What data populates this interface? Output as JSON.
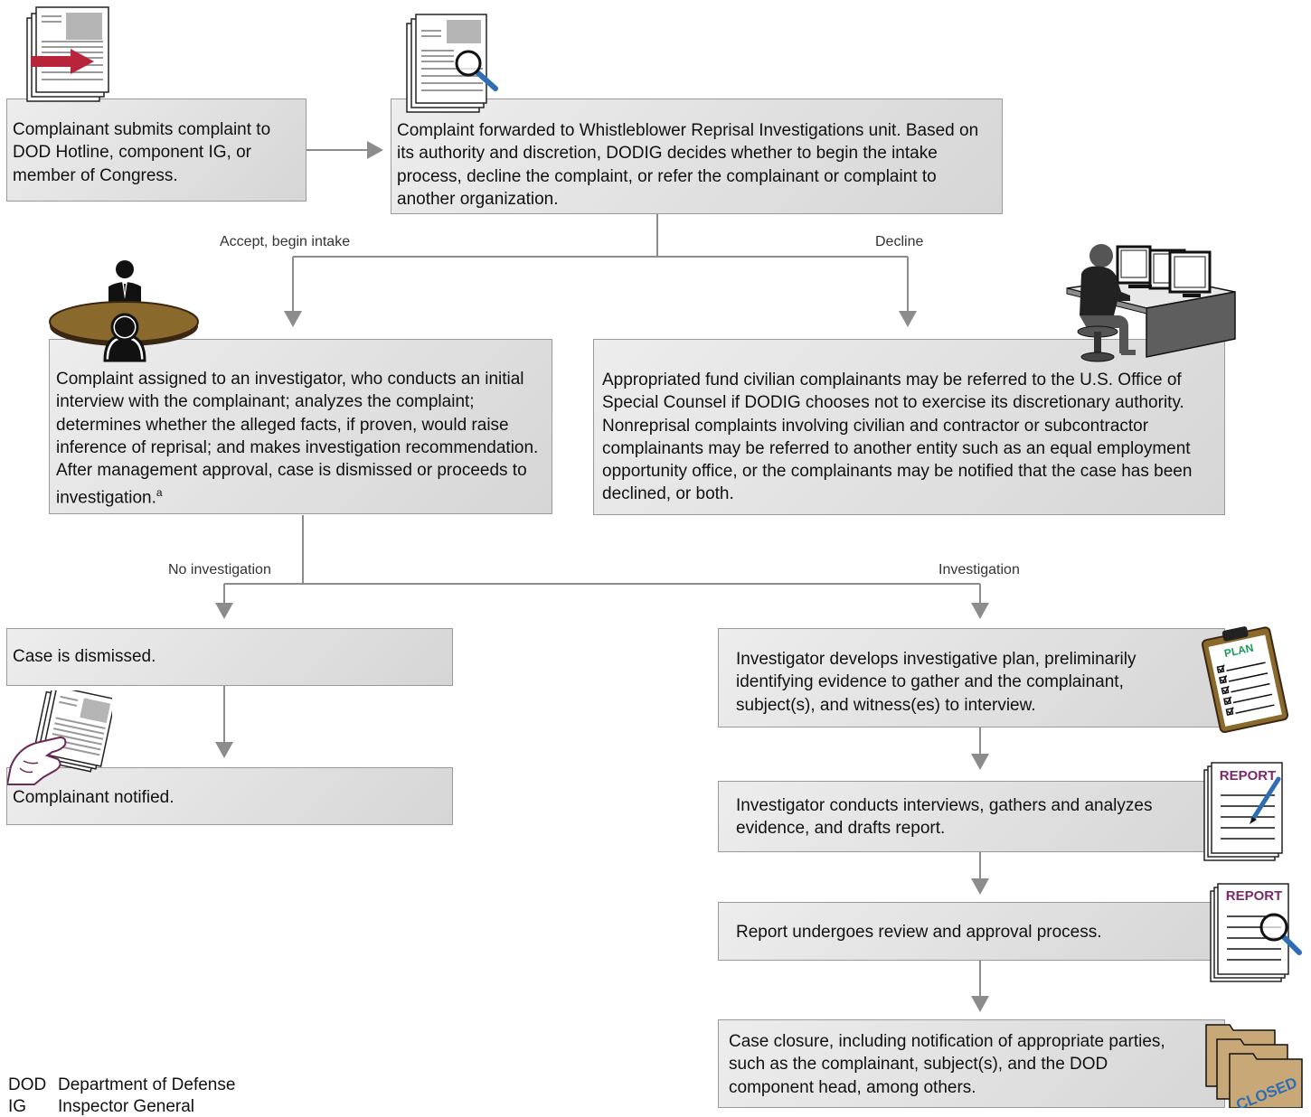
{
  "steps": {
    "submit": "Complainant submits complaint to DOD Hotline, component IG, or member of Congress.",
    "forward": "Complaint forwarded to Whistleblower Reprisal Investigations unit. Based on its authority and discretion, DODIG decides whether to begin the intake process, decline the complaint, or refer the complainant or complaint to another organization.",
    "assign": "Complaint assigned to an investigator, who conducts an initial interview with the complainant; analyzes the complaint; determines whether the alleged facts, if proven, would raise inference of reprisal; and makes investigation recommendation. After management approval, case is dismissed or proceeds to investigation.",
    "assign_note": "a",
    "decline": "Appropriated fund civilian complainants may be referred to the U.S. Office of Special Counsel if DODIG chooses not to exercise its discretionary authority. Nonreprisal complaints involving civilian and contractor or subcontractor complainants may be referred to another entity such as an equal employment opportunity office, or the complainants may be notified that the case has been declined, or both.",
    "dismissed": "Case is dismissed.",
    "notified": "Complainant notified.",
    "plan": "Investigator develops investigative plan, preliminarily identifying evidence to gather and the complainant, subject(s), and witness(es) to interview.",
    "interviews": "Investigator conducts interviews, gathers and analyzes evidence, and drafts report.",
    "review": "Report undergoes review and approval process.",
    "closure": "Case closure, including notification of appropriate parties, such as the complainant, subject(s), and the DOD component head, among others."
  },
  "edge_labels": {
    "accept": "Accept, begin intake",
    "decline": "Decline",
    "no_investigation": "No investigation",
    "investigation": "Investigation"
  },
  "icon_text": {
    "plan": "PLAN",
    "report_draft": "REPORT",
    "report_review": "REPORT",
    "closed": "CLOSED"
  },
  "abbreviations": [
    {
      "term": "DOD",
      "definition": "Department of Defense"
    },
    {
      "term": "IG",
      "definition": "Inspector General"
    }
  ],
  "colors": {
    "arrow": "#8c8c8c",
    "box_border": "#9a9a9a",
    "accent_red": "#b8253a",
    "magnifier_blue": "#2f6db5",
    "table_brown": "#8a6a2c",
    "plan_green": "#1a9a5a",
    "report_purple": "#7a2a6a",
    "closed_blue": "#2f6db5"
  }
}
